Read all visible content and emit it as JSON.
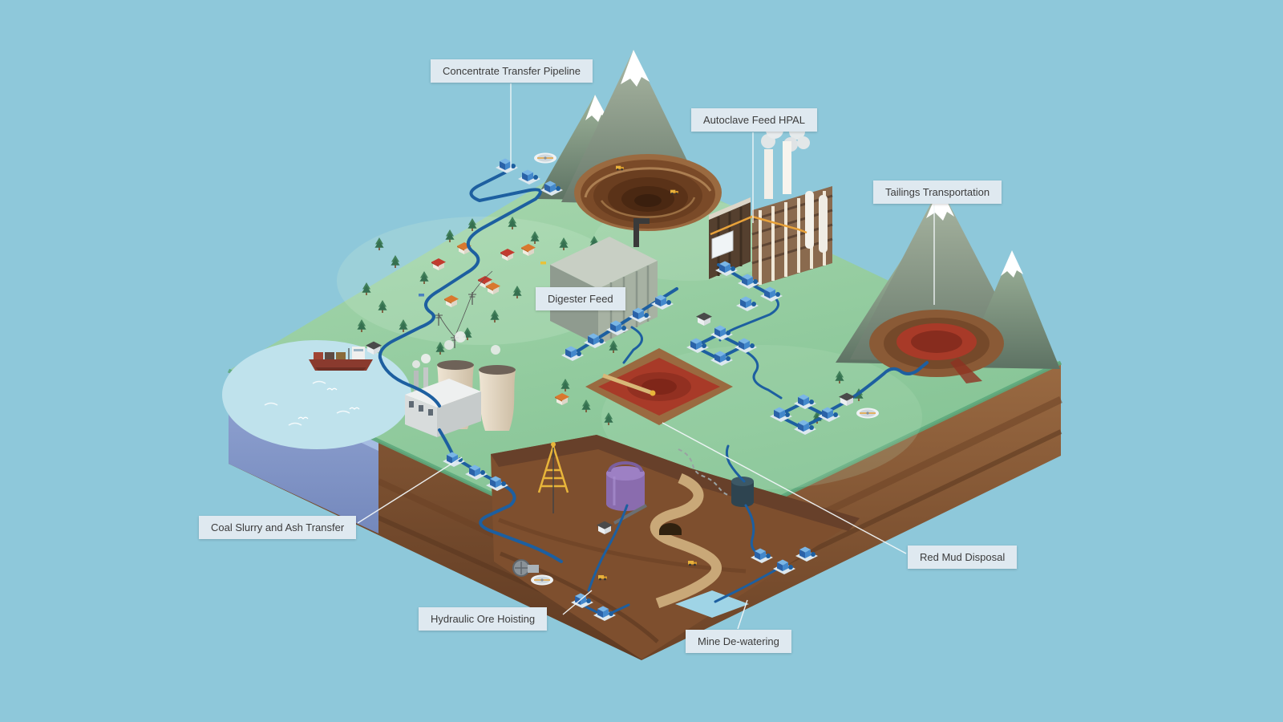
{
  "labels": [
    {
      "id": "concentrate-transfer-pipeline",
      "text": "Concentrate Transfer Pipeline"
    },
    {
      "id": "autoclave-feed-hpal",
      "text": "Autoclave Feed HPAL"
    },
    {
      "id": "tailings-transportation",
      "text": "Tailings Transportation"
    },
    {
      "id": "digester-feed",
      "text": "Digester Feed"
    },
    {
      "id": "coal-slurry-and-ash-transfer",
      "text": "Coal Slurry and Ash Transfer"
    },
    {
      "id": "red-mud-disposal",
      "text": "Red Mud Disposal"
    },
    {
      "id": "hydraulic-ore-hoisting",
      "text": "Hydraulic Ore Hoisting"
    },
    {
      "id": "mine-de-watering",
      "text": "Mine De-watering"
    }
  ],
  "colors": {
    "background": "#8ec8da",
    "label_bg": "#dfe9f0",
    "label_text": "#3b3b3b",
    "pipeline": "#1d5fa0",
    "grass": "#8cc89d",
    "earth": "#8a5a36",
    "water": "#bfe2ec",
    "red_pond": "#a83a28",
    "snow": "#ffffff",
    "accent_yellow": "#e8b53a"
  }
}
